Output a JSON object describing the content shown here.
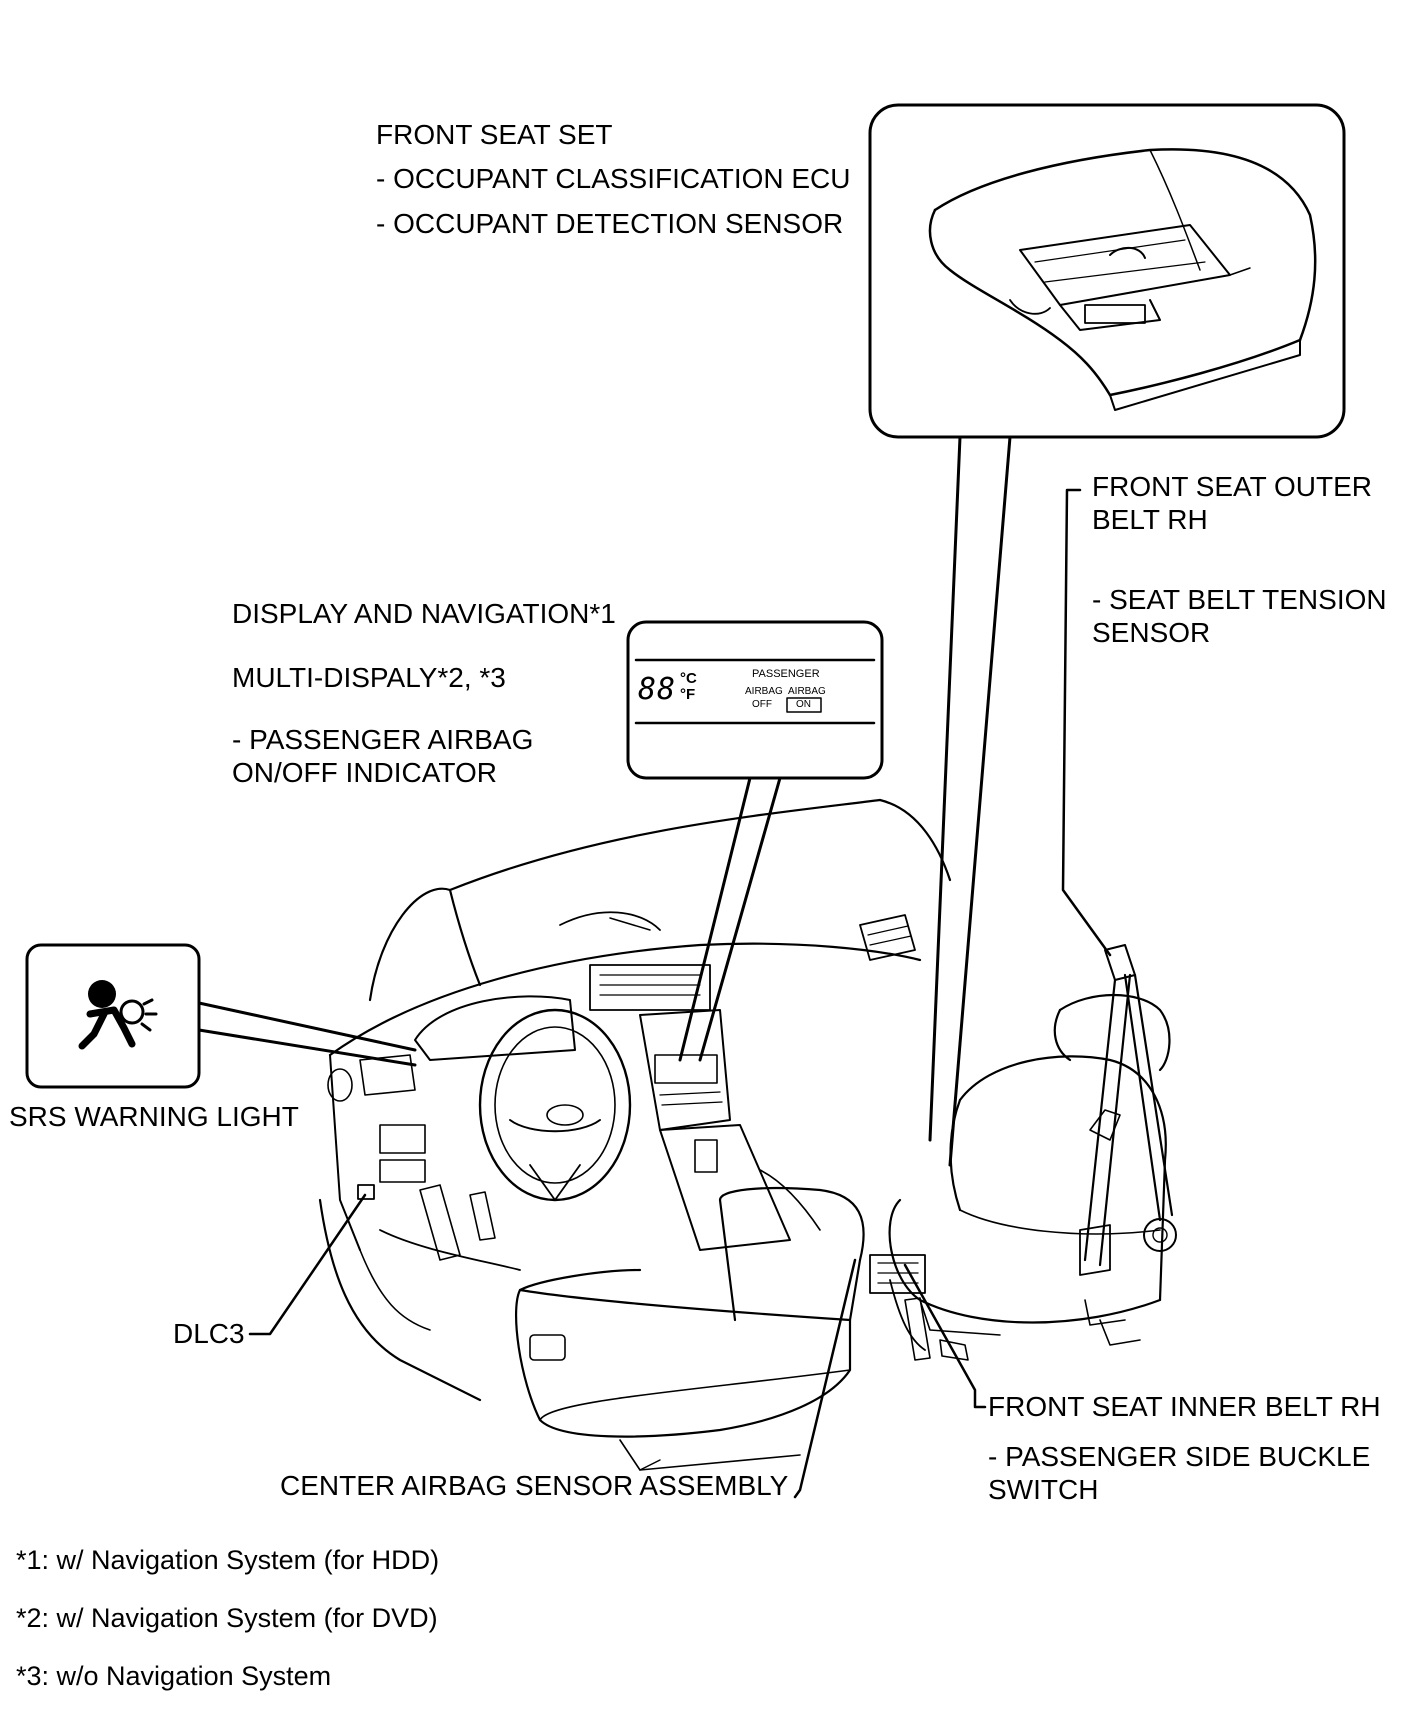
{
  "labels": {
    "front_seat_set": {
      "title": "FRONT SEAT SET",
      "items": [
        "- OCCUPANT CLASSIFICATION ECU",
        "- OCCUPANT DETECTION SENSOR"
      ]
    },
    "display_nav": {
      "line1": "DISPLAY AND NAVIGATION*1",
      "line2": "MULTI-DISPALY*2, *3",
      "line3": "- PASSENGER AIRBAG",
      "line4": "ON/OFF INDICATOR"
    },
    "outer_belt": {
      "line1": "FRONT SEAT OUTER",
      "line2": "BELT RH",
      "line3": "- SEAT BELT TENSION",
      "line4": "SENSOR"
    },
    "srs_warning_light": "SRS WARNING LIGHT",
    "dlc3": "DLC3",
    "center_airbag_sensor": "CENTER AIRBAG SENSOR ASSEMBLY",
    "inner_belt": {
      "line1": "FRONT SEAT INNER BELT RH",
      "line2": "- PASSENGER SIDE BUCKLE",
      "line3": "SWITCH"
    }
  },
  "indicator_panel": {
    "temp_digits": "88",
    "unit_c": "°C",
    "unit_f": "°F",
    "passenger": "PASSENGER",
    "airbag_left": "AIRBAG",
    "airbag_right": "AIRBAG",
    "off": "OFF",
    "on": "ON"
  },
  "footnotes": [
    "*1: w/ Navigation System (for HDD)",
    "*2: w/ Navigation System (for DVD)",
    "*3: w/o Navigation System"
  ],
  "icons": [
    "airbag-warning-icon"
  ]
}
